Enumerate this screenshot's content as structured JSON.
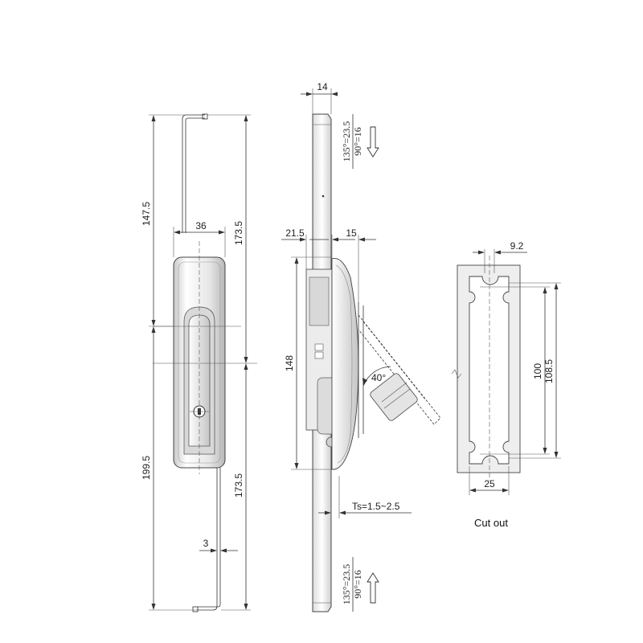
{
  "colors": {
    "line": "#333333",
    "metal_light": "#ffffff",
    "metal_mid": "#e3e3e3",
    "metal_dark": "#bdbdbd",
    "cutout_fill": "#eeeeee"
  },
  "front_view": {
    "dims": {
      "top_height": "147.5",
      "width": "36",
      "upper_span": "173.5",
      "bottom_height": "199.5",
      "lower_span": "173.5",
      "rod": "3"
    }
  },
  "side_view": {
    "dims": {
      "bar_thickness": "14",
      "offset": "21.5",
      "handle_depth": "15",
      "handle_height": "148",
      "angle": "40°",
      "ts": "Ts=1.5~2.5"
    },
    "rod_travel_top": {
      "num": "135°=23.5",
      "den": "90°=16"
    },
    "rod_travel_bottom": {
      "num": "135°=23.5",
      "den": "90°=16"
    }
  },
  "cutout": {
    "dims": {
      "slot": "9.2",
      "inner_height": "100",
      "outer_height": "108.5",
      "width": "25"
    },
    "caption": "Cut out"
  }
}
